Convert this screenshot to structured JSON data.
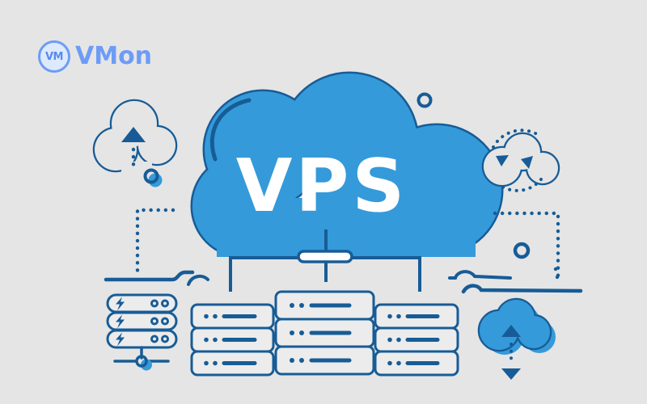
{
  "theme": {
    "background": "#e5e5e5",
    "outline": "#175c96",
    "cloud_fill": "#359ad9",
    "accent": "#6d9cf6",
    "badge_bg": "#dde9fc",
    "badge_text_color": "#568af0",
    "white": "#ffffff",
    "rack_fill": "#ececec"
  },
  "brand": {
    "badge_text": "VM",
    "name": "VMon"
  },
  "hero": {
    "label": "VPS"
  },
  "icons": {
    "logo_badge": "vm-circle-badge",
    "upload_cloud": "outline-cloud-with-up-arrow",
    "sync_cloud": "outline-cloud-with-sync-arrows",
    "transfer_cloud": "filled-cloud-with-up-down-arrows",
    "server_rack": "stacked-server-units-with-led-dots",
    "power_tower": "server-tower-with-lightning-bolts",
    "lightning": "⚡",
    "arrow_up": "▲",
    "arrow_down": "▼"
  }
}
